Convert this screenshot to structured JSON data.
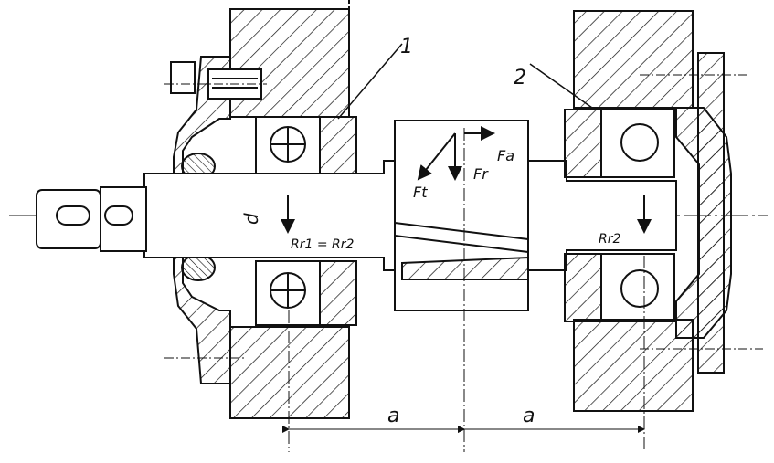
{
  "labels": {
    "part1": "1",
    "part2": "2",
    "diameter": "d",
    "force_t": "Ft",
    "force_r": "Fr",
    "force_a": "Fa",
    "reaction_left": "Rr1 = Rr2",
    "reaction_right": "Rr2",
    "span_left": "a",
    "span_right": "a"
  },
  "colors": {
    "ink": "#111111",
    "paper": "#ffffff"
  }
}
